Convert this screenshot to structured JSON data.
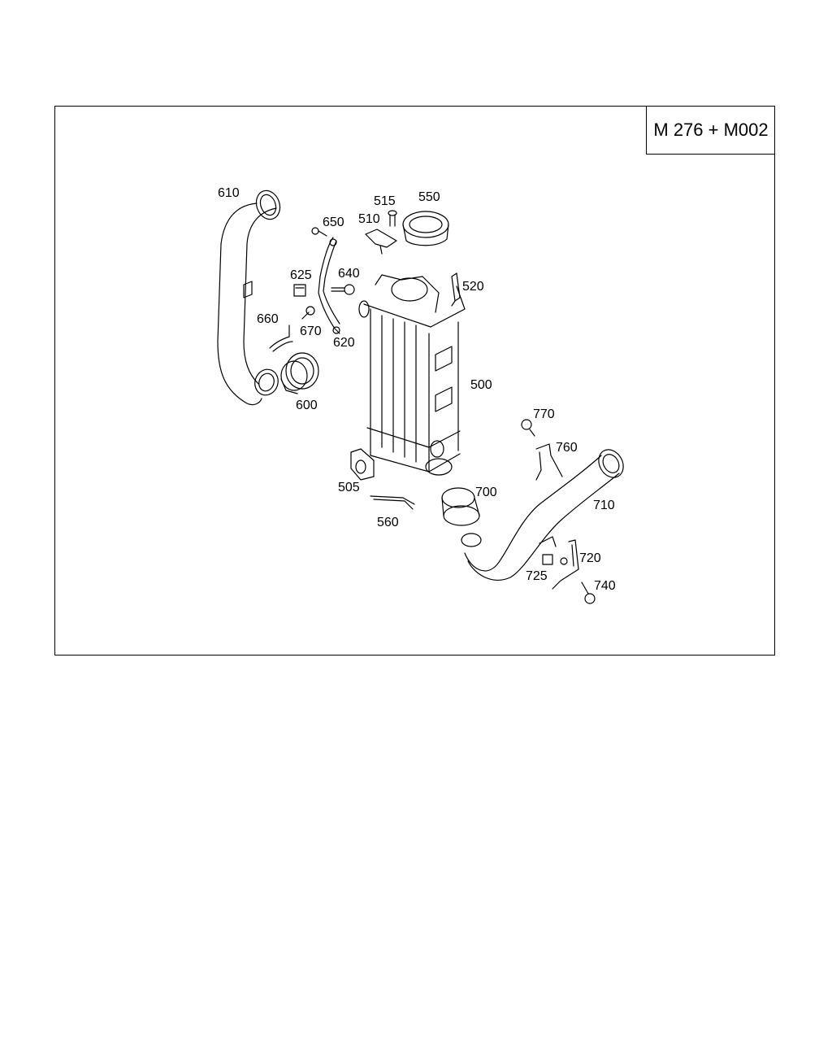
{
  "diagram": {
    "model_code": "M 276 + M002",
    "callouts": [
      {
        "id": "610",
        "text": "610"
      },
      {
        "id": "650",
        "text": "650"
      },
      {
        "id": "515",
        "text": "515"
      },
      {
        "id": "550",
        "text": "550"
      },
      {
        "id": "510",
        "text": "510"
      },
      {
        "id": "625",
        "text": "625"
      },
      {
        "id": "640",
        "text": "640"
      },
      {
        "id": "520",
        "text": "520"
      },
      {
        "id": "660",
        "text": "660"
      },
      {
        "id": "670",
        "text": "670"
      },
      {
        "id": "620",
        "text": "620"
      },
      {
        "id": "500",
        "text": "500"
      },
      {
        "id": "600",
        "text": "600"
      },
      {
        "id": "770",
        "text": "770"
      },
      {
        "id": "760",
        "text": "760"
      },
      {
        "id": "505",
        "text": "505"
      },
      {
        "id": "700",
        "text": "700"
      },
      {
        "id": "710",
        "text": "710"
      },
      {
        "id": "560",
        "text": "560"
      },
      {
        "id": "720",
        "text": "720"
      },
      {
        "id": "725",
        "text": "725"
      },
      {
        "id": "740",
        "text": "740"
      }
    ]
  }
}
